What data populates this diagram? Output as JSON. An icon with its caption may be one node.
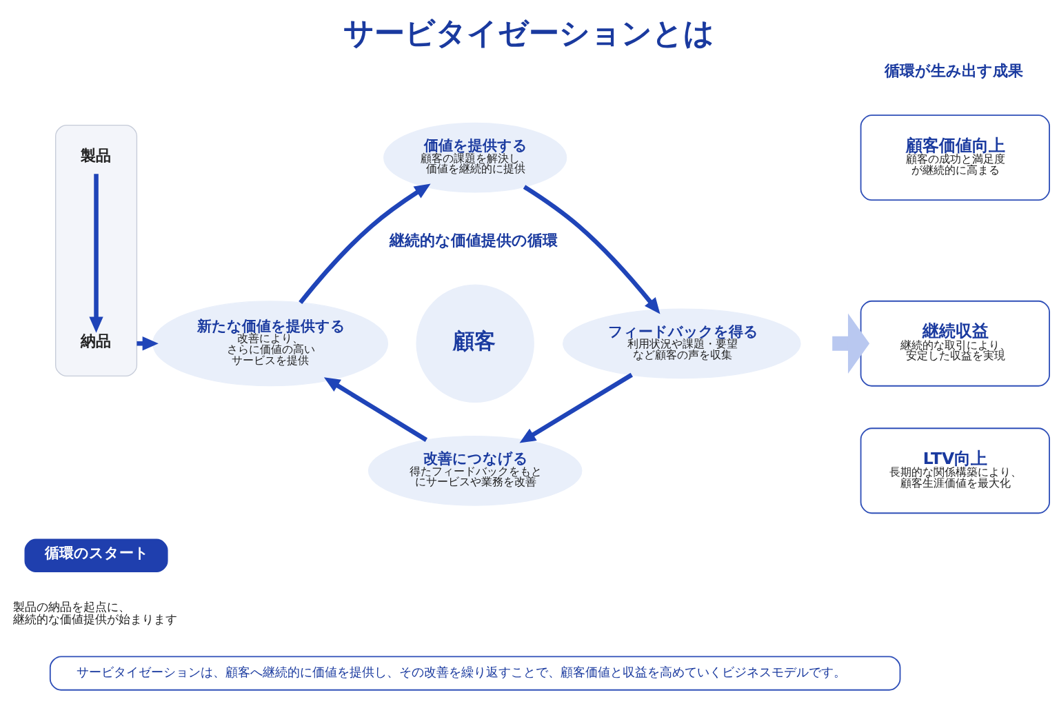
{
  "diagram": {
    "title": "サービタイゼーションとは",
    "nodes": [
      {
        "text": [],
        "shape": "box"
      },
      {
        "text": [
          "製品"
        ],
        "in": 0
      },
      {
        "text": [
          "納品"
        ],
        "in": 0
      },
      {
        "text": [
          "循環のスタート"
        ],
        "beside": [
          "製品の納品を起点に、継続的な価値提供が始まります"
        ]
      },
      {
        "text": [
          "価値を提供する",
          "顧客の課題を解決し、価値を継続的に提供"
        ]
      },
      {
        "text": [
          "顧客"
        ]
      },
      {
        "text": [
          "新たな価値を提供する",
          "改善により、さらに価値の高いサービスを提供"
        ]
      },
      {
        "text": [
          "フィードバックを得る",
          "利用状況や課題・要望など顧客の声を収集"
        ]
      },
      {
        "text": [
          "改善につなげる",
          "得たフィードバックをもとにサービスや業務を改善"
        ]
      },
      {
        "text": [
          "顧客価値向上",
          "顧客の成功と満足度が継続的に高まる"
        ]
      },
      {
        "text": [
          "継続収益",
          "継続的な取引により、安定した収益を実現"
        ]
      },
      {
        "text": [
          "LTV向上",
          "長期的な関係構築により、顧客生涯価値を最大化"
        ]
      },
      {
        "text": [
          "サービタイゼーションは、顧客へ継続的に価値を提供し、その改善を繰り返すことで、顧客価値と収益を高めていくビジネスモデルです。"
        ]
      }
    ],
    "edges": [
      {
        "from": 1,
        "to": 2,
        "arrow": "to"
      },
      {
        "from": 0,
        "to": 6,
        "arrow": "to"
      },
      {
        "from": 6,
        "to": 4,
        "arrow": "to"
      },
      {
        "from": 4,
        "to": 7,
        "arrow": "to"
      },
      {
        "from": 7,
        "to": 8,
        "arrow": "to"
      },
      {
        "from": 8,
        "to": 6,
        "arrow": "to"
      },
      {
        "from": null,
        "to": 10,
        "arrow": "to",
        "style": "thick",
        "color": "#b9c8f0"
      }
    ],
    "labels": [
      "循環が生み出す成果",
      "継続的な価値提供の循環"
    ]
  }
}
